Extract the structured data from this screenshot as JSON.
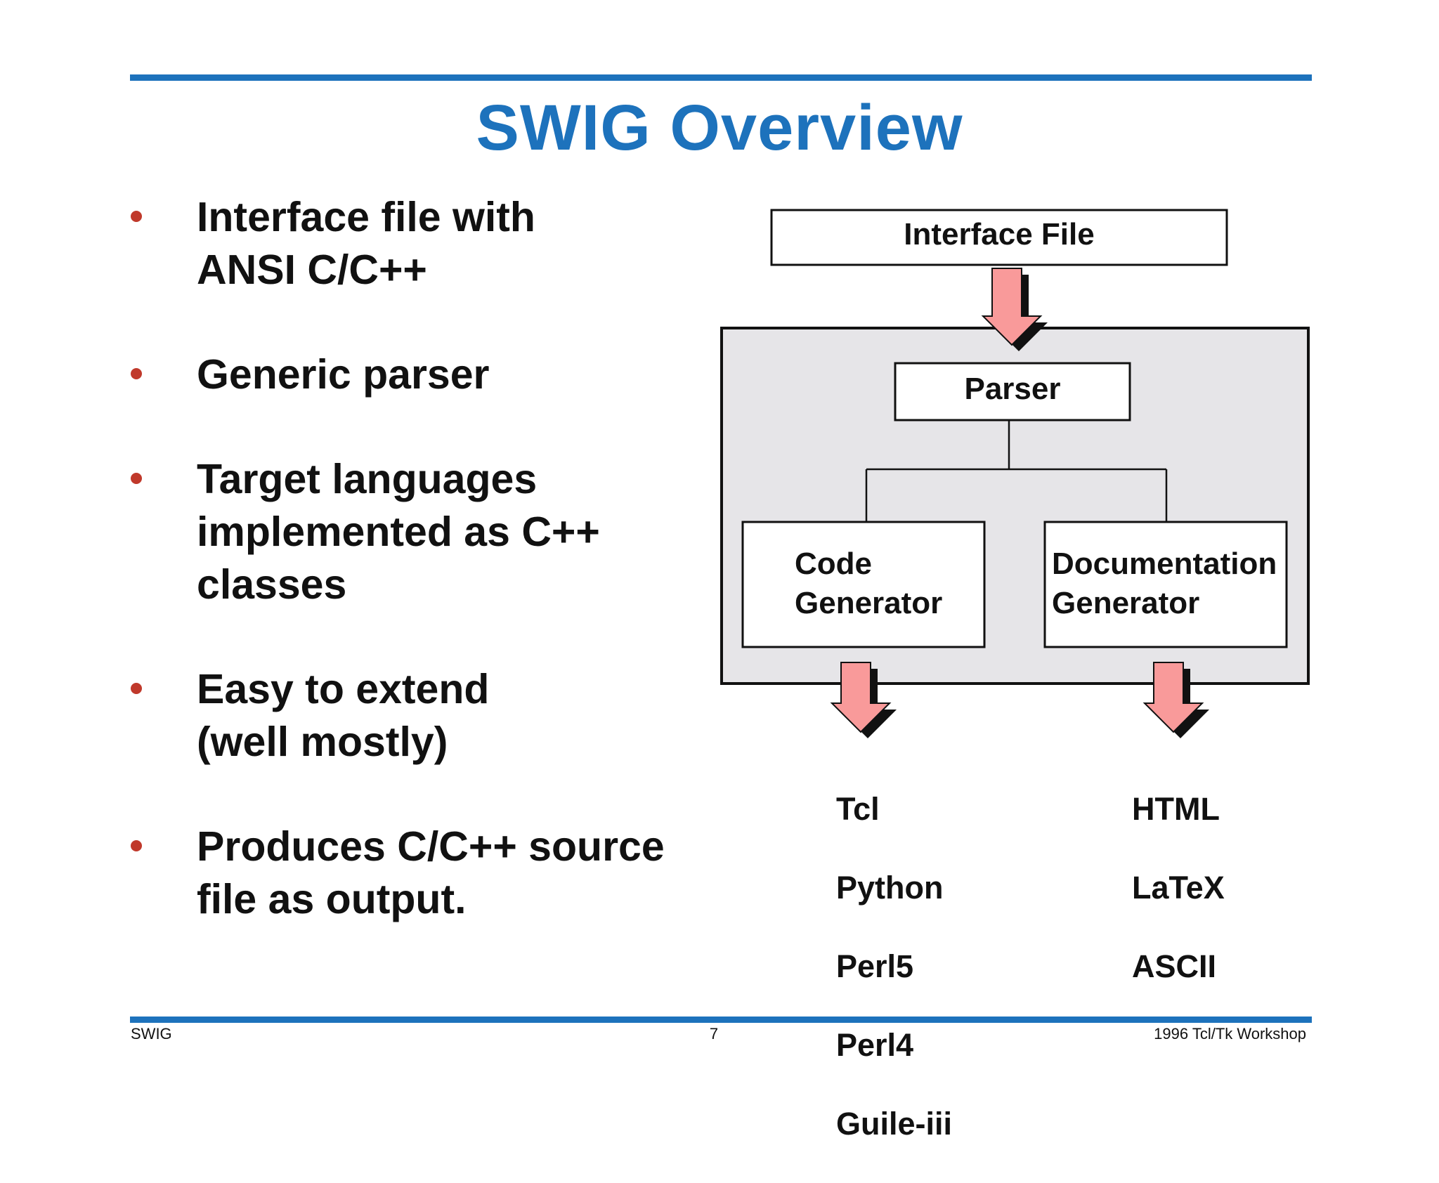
{
  "slide": {
    "title": "SWIG Overview",
    "accent_color": "#1d72bc",
    "bullet_color": "#c0392b"
  },
  "bullets": [
    "Interface file with\nANSI C/C++",
    "Generic parser",
    "Target languages\nimplemented as C++\nclasses",
    "Easy to extend\n(well mostly)",
    "Produces C/C++ source\nfile as output."
  ],
  "diagram": {
    "interface_file": "Interface File",
    "parser": "Parser",
    "code_generator": "Code\nGenerator",
    "documentation_generator": "Documentation\nGenerator",
    "code_outputs": [
      "Tcl",
      "Python",
      "Perl5",
      "Perl4",
      "Guile-iii"
    ],
    "doc_outputs": [
      "HTML",
      "LaTeX",
      "ASCII"
    ],
    "arrow_color": "#f99a9a",
    "panel_color": "#e6e5e8"
  },
  "footer": {
    "left": "SWIG",
    "center": "7",
    "right": "1996 Tcl/Tk Workshop"
  }
}
